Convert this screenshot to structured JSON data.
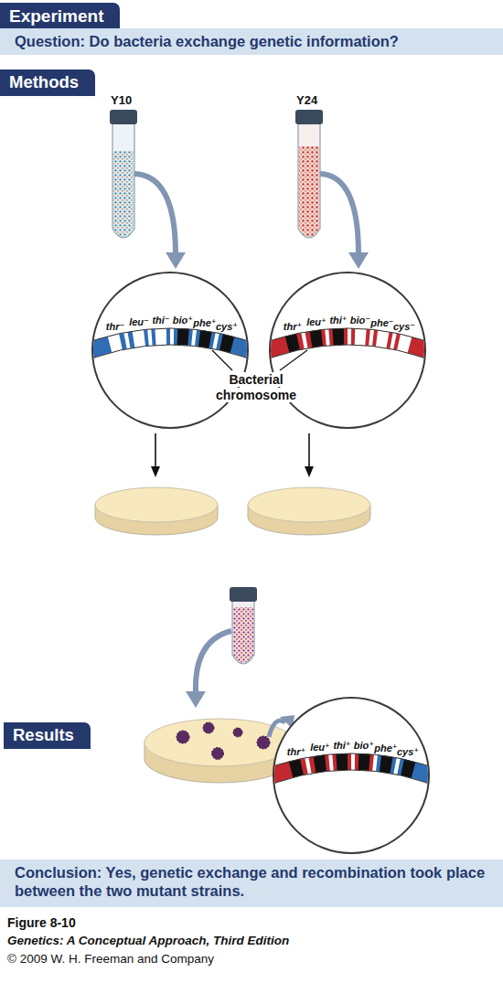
{
  "diagram": {
    "caption": "Figure 8-10",
    "nodes": [
      {
        "text": [
          "Experiment"
        ]
      },
      {
        "text": [
          "Question: Do bacteria exchange genetic information?"
        ]
      },
      {
        "text": [
          "Methods"
        ]
      },
      {
        "text": [
          "thr⁻",
          "leu⁻",
          "thi⁻",
          "bio⁺",
          "phe⁺",
          "cys⁺"
        ]
      },
      {
        "text": [
          "thr⁺",
          "leu⁺",
          "thi⁺",
          "bio⁻",
          "phe⁻",
          "cys⁻"
        ]
      },
      {
        "text": [
          "Results"
        ]
      },
      {
        "text": [
          "thr⁺",
          "leu⁺",
          "thi⁺",
          "bio⁺",
          "phe⁺",
          "cys⁺"
        ]
      },
      {
        "text": [
          "Conclusion: Yes, genetic exchange and recombination took place between the two mutant strains."
        ]
      }
    ],
    "labels": [
      "Y10",
      "Y24",
      "Bacterial chromosome",
      "Genetics: A Conceptual Approach, Third Edition",
      "© 2009 W. H. Freeman and Company"
    ]
  }
}
